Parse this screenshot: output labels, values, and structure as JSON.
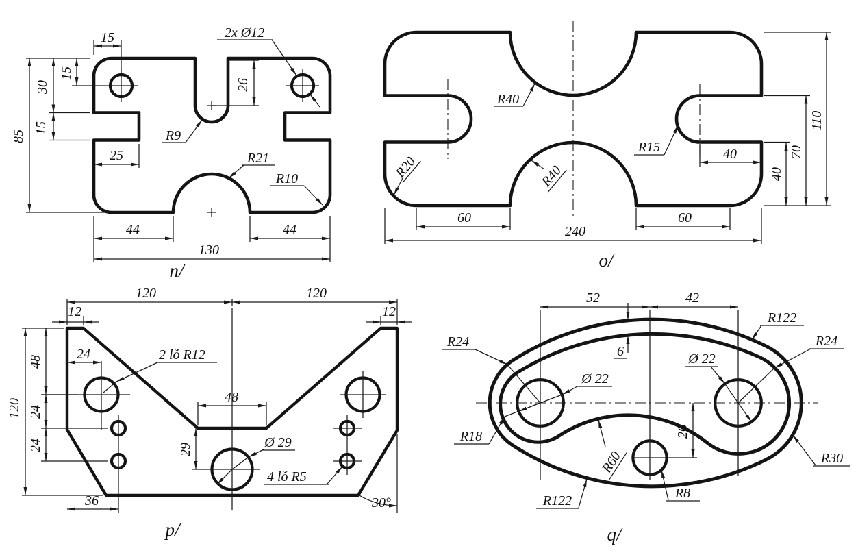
{
  "sheet": {
    "description": "Mechanical drawing exercise sheet with four dimensioned part views"
  },
  "style": {
    "line_color": "#141414",
    "background": "#ffffff"
  },
  "parts": {
    "n": {
      "label": "n/",
      "d15_top": "15",
      "d15_side": "15",
      "d30": "30",
      "d15_notch": "15",
      "d85": "85",
      "d25": "25",
      "d26": "26",
      "d44_left": "44",
      "d44_right": "44",
      "d130": "130",
      "hole_note": "2x Ø12",
      "r9": "R9",
      "r21": "R21",
      "r10": "R10"
    },
    "o": {
      "label": "o/",
      "d60_left": "60",
      "d60_right": "60",
      "d240": "240",
      "d40_depth": "40",
      "d40_height": "40",
      "d70": "70",
      "d110": "110",
      "r40_top": "R40",
      "r40_bottom": "R40",
      "r15": "R15",
      "r20": "R20"
    },
    "p": {
      "label": "p/",
      "d120_top_left": "120",
      "d120_top_right": "120",
      "d12_left": "12",
      "d12_right": "12",
      "d48_side": "48",
      "d24_upper": "24",
      "d24_lower": "24",
      "d120_height": "120",
      "d24_hole": "24",
      "d36": "36",
      "d48_mid": "48",
      "d29": "29",
      "dia29": "Ø 29",
      "note_2holes": "2 lỗ R12",
      "note_4holes": "4 lỗ R5",
      "angle": "30°"
    },
    "q": {
      "label": "q/",
      "d52": "52",
      "d42": "42",
      "d6": "6",
      "d26": "26",
      "dia22_left": "Ø 22",
      "dia22_right": "Ø 22",
      "r122_top": "R122",
      "r122_bottom": "R122",
      "r24_left": "R24",
      "r24_right": "R24",
      "r18": "R18",
      "r30": "R30",
      "r60": "R60",
      "r8": "R8"
    }
  }
}
